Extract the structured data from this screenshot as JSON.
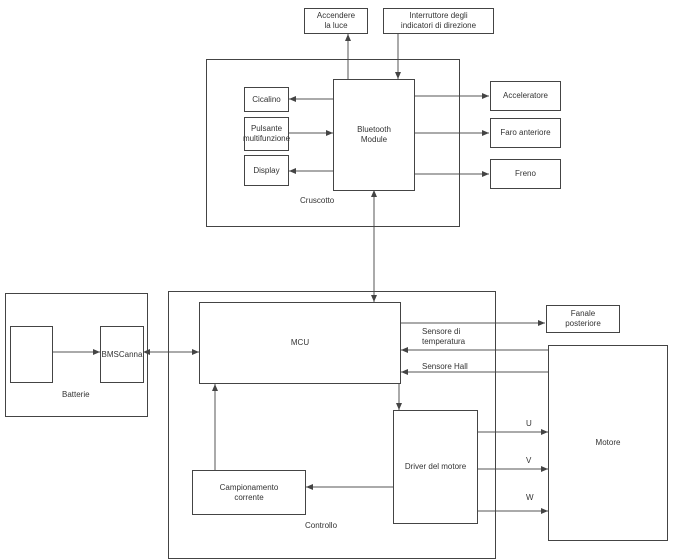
{
  "groups": {
    "cruscotto": "Cruscotto",
    "controllo": "Controllo",
    "batterie": "Batterie"
  },
  "blocks": {
    "accendere_luce": "Accendere\nla luce",
    "interruttore": "Interruttore degli\nindicatori di direzione",
    "bluetooth": "Bluetooth\nModule",
    "cicalino": "Cicalino",
    "pulsante": "Pulsante\nmultifunzione",
    "display": "Display",
    "acceleratore": "Acceleratore",
    "faro_anteriore": "Faro anteriore",
    "freno": "Freno",
    "mcu": "MCU",
    "fanale_posteriore": "Fanale\nposteriore",
    "bms": "BMSCanna",
    "driver": "Driver del motore",
    "campionamento": "Campionamento\ncorrente",
    "motore": "Motore"
  },
  "labels": {
    "sensore_temp": "Sensore di\ntemperatura",
    "sensore_hall": "Sensore Hall",
    "phase_u": "U",
    "phase_v": "V",
    "phase_w": "W"
  }
}
